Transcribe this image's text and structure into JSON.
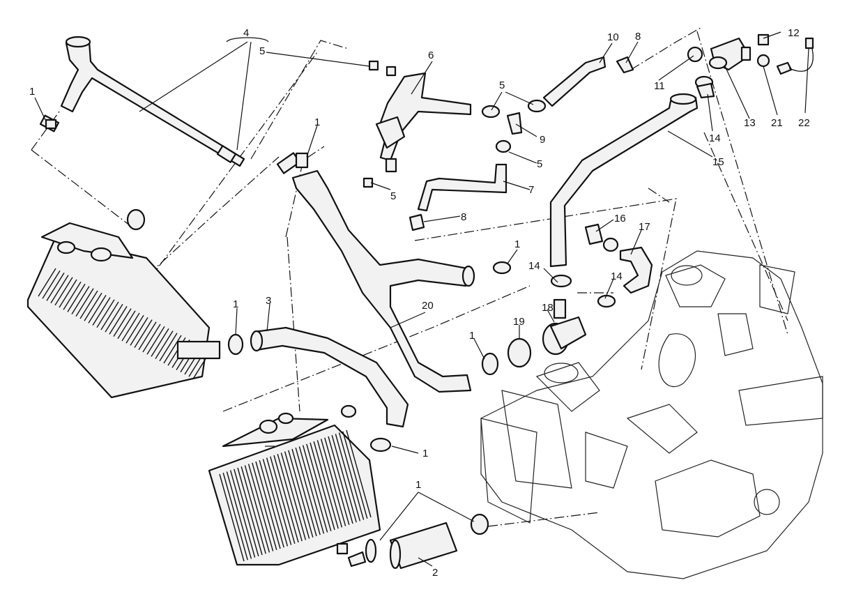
{
  "callouts": [
    "1",
    "2",
    "3",
    "4",
    "5",
    "6",
    "7",
    "8",
    "9",
    "10",
    "11",
    "12",
    "13",
    "14",
    "15",
    "16",
    "17",
    "18",
    "19",
    "20",
    "21",
    "22"
  ],
  "colors": {
    "line": "#111111",
    "background": "#ffffff",
    "part_fill": "#f2f2f2"
  }
}
